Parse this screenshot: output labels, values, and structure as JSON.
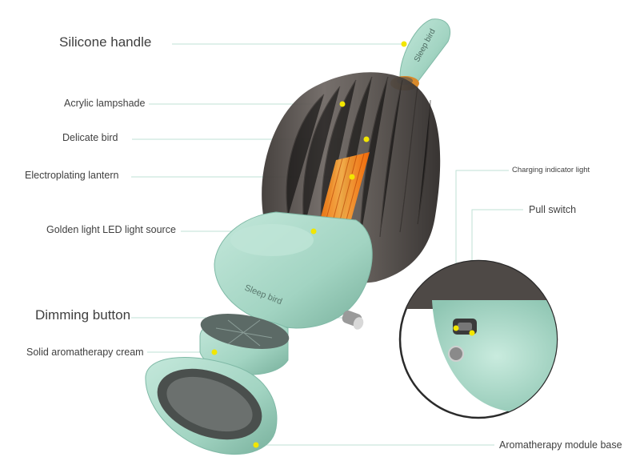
{
  "labels": {
    "silicone_handle": "Silicone handle",
    "acrylic_lampshade": "Acrylic lampshade",
    "delicate_bird": "Delicate bird",
    "electroplating_lantern": "Electroplating lantern",
    "golden_led": "Golden light LED light source",
    "dimming_button": "Dimming button",
    "aromatherapy_cream": "Solid aromatherapy cream",
    "charging_indicator": "Charging indicator light",
    "pull_switch": "Pull switch",
    "module_base": "Aromatherapy module base"
  },
  "brand": {
    "handle_text": "Sleep bird",
    "base_text": "Sleep bird"
  },
  "colors": {
    "mint": "#a9d9c8",
    "mint_dark": "#7fb9a6",
    "smoke_glass": "#5f5955",
    "filament": "#ff8a1e",
    "callout_dot": "#f2e600",
    "leader_line": "#bfe0d6"
  }
}
